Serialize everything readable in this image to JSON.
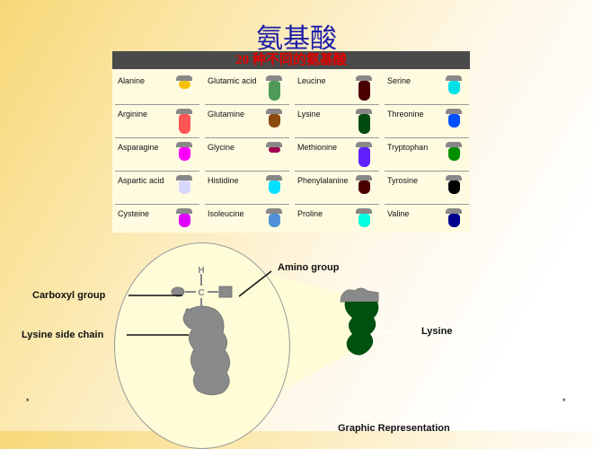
{
  "title": "氨基酸",
  "table": {
    "header": "20 种不同的氨基酸",
    "columns": [
      [
        {
          "name": "Alanine",
          "color": "#f5c000"
        },
        {
          "name": "Arginine",
          "color": "#ff5555"
        },
        {
          "name": "Asparagine",
          "color": "#ff00ff"
        },
        {
          "name": "Aspartic acid",
          "color": "#d8d8ff"
        },
        {
          "name": "Cysteine",
          "color": "#e000ff"
        }
      ],
      [
        {
          "name": "Glutamic acid",
          "color": "#4f9a58"
        },
        {
          "name": "Glutamine",
          "color": "#8b4a10"
        },
        {
          "name": "Glycine",
          "color": "#a00050"
        },
        {
          "name": "Histidine",
          "color": "#00e0ff"
        },
        {
          "name": "Isoleucine",
          "color": "#5090d8"
        }
      ],
      [
        {
          "name": "Leucine",
          "color": "#4a0000"
        },
        {
          "name": "Lysine",
          "color": "#004a10"
        },
        {
          "name": "Methionine",
          "color": "#6020ff"
        },
        {
          "name": "Phenylalanine",
          "color": "#4a0000"
        },
        {
          "name": "Proline",
          "color": "#00ffe0"
        }
      ],
      [
        {
          "name": "Serine",
          "color": "#00e0e8"
        },
        {
          "name": "Threonine",
          "color": "#0050ff"
        },
        {
          "name": "Tryptophan",
          "color": "#009000"
        },
        {
          "name": "Tyrosine",
          "color": "#000000"
        },
        {
          "name": "Valine",
          "color": "#000090"
        }
      ]
    ]
  },
  "diagram": {
    "amino_group": "Amino group",
    "carboxyl_group": "Carboxyl group",
    "side_chain": "Lysine side chain",
    "lysine": "Lysine",
    "h": "H",
    "c": "C",
    "caption": "Graphic Representation"
  },
  "stars": [
    "*",
    "*"
  ]
}
